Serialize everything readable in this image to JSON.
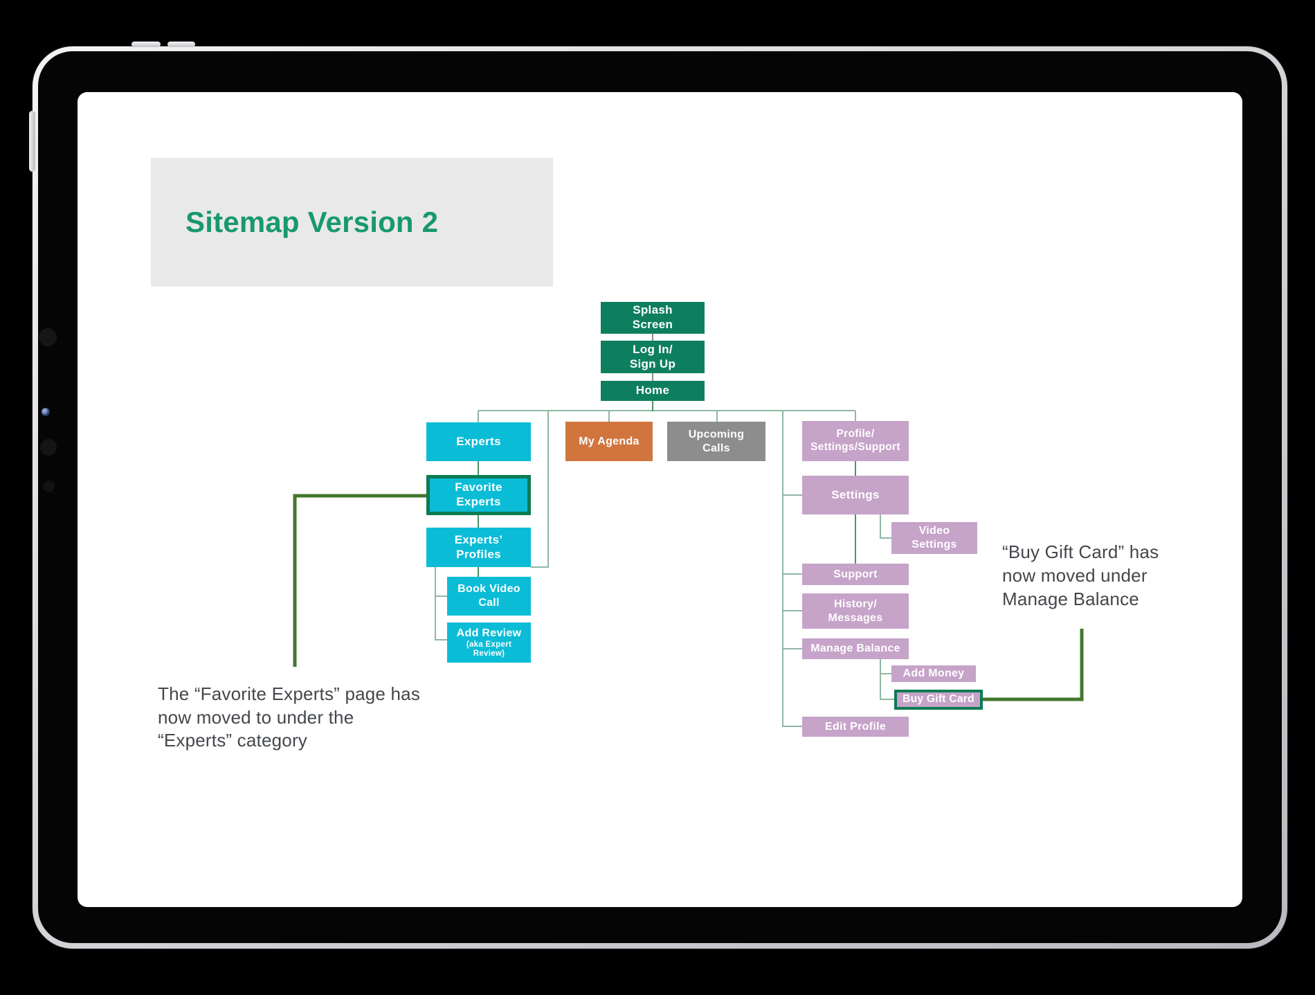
{
  "title": {
    "text": "Sitemap Version 2"
  },
  "sitemap": {
    "nodes": {
      "splash_screen": {
        "label": "Splash\nScreen"
      },
      "log_in_sign_up": {
        "label": "Log In/\nSign Up"
      },
      "home": {
        "label": "Home"
      },
      "experts": {
        "label": "Experts"
      },
      "my_agenda": {
        "label": "My Agenda"
      },
      "upcoming_calls": {
        "label": "Upcoming\nCalls"
      },
      "profile_settings_support": {
        "label": "Profile/\nSettings/Support"
      },
      "favorite_experts": {
        "label": "Favorite\nExperts"
      },
      "experts_profiles": {
        "label": "Experts’\nProfiles"
      },
      "book_video_call": {
        "label": "Book Video\nCall"
      },
      "add_review": {
        "label": "Add Review",
        "sublabel": "(aka Expert\nReview)"
      },
      "settings": {
        "label": "Settings"
      },
      "video_settings": {
        "label": "Video\nSettings"
      },
      "support": {
        "label": "Support"
      },
      "history_messages": {
        "label": "History/\nMessages"
      },
      "manage_balance": {
        "label": "Manage Balance"
      },
      "add_money": {
        "label": "Add Money"
      },
      "buy_gift_card": {
        "label": "Buy Gift Card"
      },
      "edit_profile": {
        "label": "Edit Profile"
      }
    }
  },
  "annotations": {
    "favorite_experts_note": "The “Favorite Experts” page has\nnow moved to under the\n“Experts”  category",
    "buy_gift_card_note": "“Buy Gift Card” has\nnow moved under\nManage Balance"
  },
  "colors": {
    "green_node": "#0e7f5e",
    "cyan_node": "#0bbcd7",
    "orange_node": "#d1753e",
    "gray_node": "#8d8d8d",
    "purple_node": "#c6a3c9",
    "highlight_border": "#0d7b52",
    "line_light": "#8fb7a2",
    "line_dark": "#4e9168",
    "line_annot": "#45772f",
    "title_green": "#17996c",
    "note_text": "#43474b",
    "panel_gray": "#e9e9e9"
  }
}
